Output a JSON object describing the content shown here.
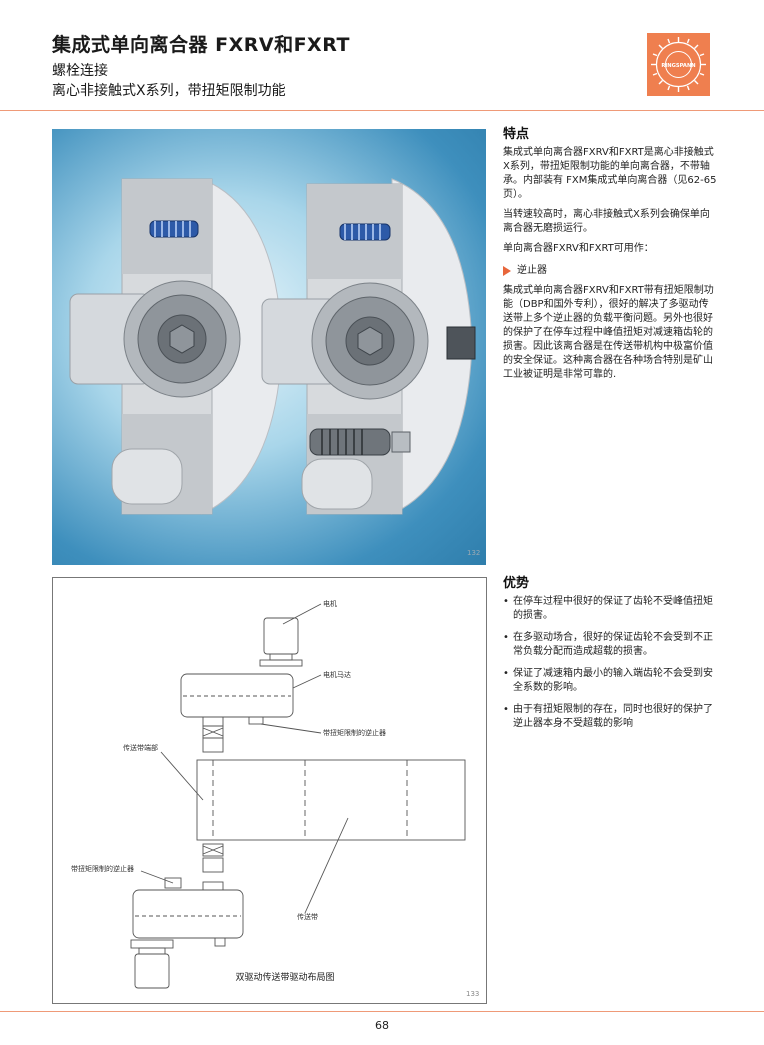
{
  "header": {
    "title": "集成式单向离合器 FXRV和FXRT",
    "subtitle1": "螺栓连接",
    "subtitle2": "离心非接触式X系列，带扭矩限制功能",
    "logo_text": "RINGSPANN"
  },
  "photo": {
    "number": "132"
  },
  "features": {
    "heading": "特点",
    "para1": "集成式单向离合器FXRV和FXRT是离心非接触式X系列，带扭矩限制功能的单向离合器，不带轴承。内部装有 FXM集成式单向离合器（见62-65页）。",
    "para2": "当转速较高时，离心非接触式X系列会确保单向离合器无磨损运行。",
    "para3": "单向离合器FXRV和FXRT可用作：",
    "usage": "逆止器",
    "para4": "集成式单向离合器FXRV和FXRT带有扭矩限制功能（DBP和国外专利），很好的解决了多驱动传送带上多个逆止器的负载平衡问题。另外也很好的保护了在停车过程中峰值扭矩对减速箱齿轮的损害。因此该离合器是在传送带机构中极富价值的安全保证。这种离合器在各种场合特别是矿山工业被证明是非常可靠的."
  },
  "advantages": {
    "heading": "优势",
    "items": [
      "在停车过程中很好的保证了齿轮不受峰值扭矩的损害。",
      "在多驱动场合，很好的保证齿轮不会受到不正常负载分配而造成超载的损害。",
      "保证了减速箱内最小的输入端齿轮不会受到安全系数的影响。",
      "由于有扭矩限制的存在，同时也很好的保护了逆止器本身不受超载的影响"
    ]
  },
  "diagram": {
    "label_motor": "电机",
    "label_gear_motor": "电机马达",
    "label_backstop_upper": "带扭矩限制的逆止器",
    "label_belt_end": "传送带端部",
    "label_backstop_lower": "带扭矩限制的逆止器",
    "label_belt": "传送带",
    "caption": "双驱动传送带驱动布局图",
    "number": "133"
  },
  "footer": {
    "page": "68"
  },
  "colors": {
    "accent": "#ef7f4f",
    "rule": "#ef9a78",
    "photo_bg": "#3e8fbd"
  }
}
